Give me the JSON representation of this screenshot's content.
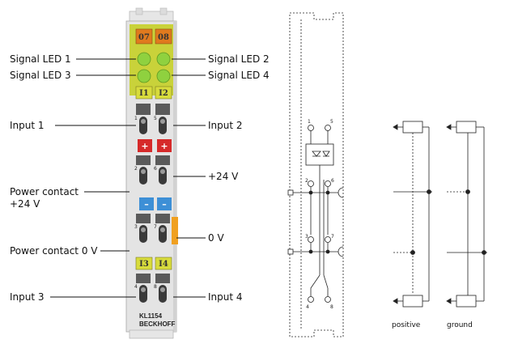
{
  "terminal": {
    "model": "KL1154",
    "brand": "BECKHOFF",
    "led_numbers": [
      "07",
      "08"
    ],
    "input_badges_top": [
      "I1",
      "I2"
    ],
    "input_badges_bottom": [
      "I3",
      "I4"
    ],
    "plus_sign": "+",
    "minus_sign": "–",
    "pin_numbers": [
      "1",
      "5",
      "2",
      "6",
      "3",
      "7",
      "4",
      "8"
    ]
  },
  "callouts": {
    "signal_led_1": "Signal LED 1",
    "signal_led_2": "Signal LED 2",
    "signal_led_3": "Signal LED 3",
    "signal_led_4": "Signal LED 4",
    "input_1": "Input 1",
    "input_2": "Input 2",
    "plus_24v": "+24 V",
    "power_contact_24v_line1": "Power contact",
    "power_contact_24v_line2": "+24 V",
    "zero_v": "0 V",
    "power_contact_0v": "Power contact 0 V",
    "input_3": "Input 3",
    "input_4": "Input 4"
  },
  "schematic": {
    "pins": [
      "1",
      "5",
      "2",
      "6",
      "3",
      "7",
      "4",
      "8"
    ]
  },
  "wiring": {
    "positive_label": "positive",
    "ground_label": "ground"
  },
  "colors": {
    "housing": "#e4e4e4",
    "led_strip": "#c9d23a",
    "led_badge": "#e07a1e",
    "led_green": "#8fd13f",
    "input_badge": "#d8dc3c",
    "plus_red": "#d62a2a",
    "minus_blue": "#3d8fd6",
    "orange_tab": "#f0a020"
  }
}
